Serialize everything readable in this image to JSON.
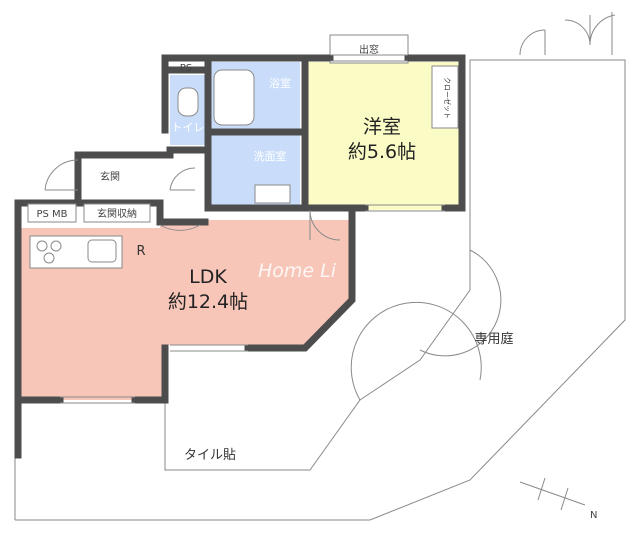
{
  "rooms": {
    "western_room": {
      "name": "洋室",
      "size": "約5.6帖"
    },
    "ldk": {
      "name": "LDK",
      "size": "約12.4帖"
    },
    "bathroom": "浴室",
    "washroom": "洗面室",
    "toilet": "トイレ",
    "entrance": "玄関",
    "entrance_storage": "玄関収納",
    "closet": "クローゼット",
    "bay_window": "出窓"
  },
  "labels": {
    "ps_top": "PS",
    "ps_me": "PS MB",
    "refrigerator": "R",
    "private_garden": "専用庭",
    "tile": "タイル貼"
  },
  "watermark": "Home Li",
  "compass": {
    "letter": "N"
  },
  "colors": {
    "ldk_fill": "#f7c6b9",
    "western_fill": "#fbfbc6",
    "wet_fill": "#c9ddfb",
    "wall": "#4d4d4d"
  }
}
